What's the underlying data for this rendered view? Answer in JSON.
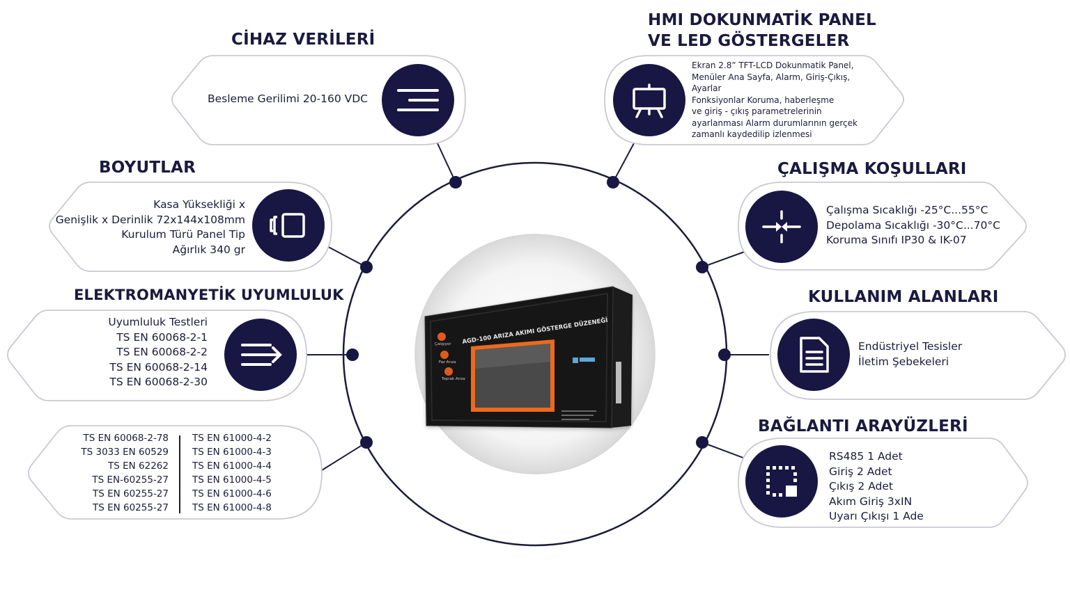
{
  "colors": {
    "navy": "#181743",
    "outline": "#c9c9d4",
    "dot": "#181743",
    "panel_border": "#e05a1e"
  },
  "sections": {
    "cihaz": {
      "title": "CİHAZ VERİLERİ",
      "icon": "lines-icon",
      "lines": [
        "Besleme Gerilimi 20-160 VDC"
      ]
    },
    "boyutlar": {
      "title": "BOYUTLAR",
      "icon": "dimensions-icon",
      "lines": [
        "Kasa Yüksekliği x",
        "Genişlik x Derinlik 72x144x108mm",
        "Kurulum Türü Panel Tip",
        "Ağırlık 340 gr"
      ]
    },
    "emc": {
      "title": "ELEKTROMANYETİK UYUMLULUK",
      "icon": "arrow-lines-icon",
      "lines": [
        "Uyumluluk Testleri",
        "TS EN 60068-2-1",
        "TS EN 60068-2-2",
        "TS EN 60068-2-14",
        "TS EN 60068-2-30"
      ]
    },
    "standards": {
      "left": [
        "TS EN 60068-2-78",
        "TS 3033 EN 60529",
        "TS EN 62262",
        "TS EN-60255-27",
        "TS EN 60255-27",
        "TS EN 60255-27"
      ],
      "right": [
        "TS EN 61000-4-2",
        "TS EN 61000-4-3",
        "TS EN 61000-4-4",
        "TS EN 61000-4-5",
        "TS EN 61000-4-6",
        "TS EN 61000-4-8"
      ]
    },
    "hmi": {
      "title_line1": "HMI DOKUNMATİK PANEL",
      "title_line2": "VE LED GÖSTERGELER",
      "icon": "easel-icon",
      "lines": [
        "Ekran 2.8” TFT-LCD Dokunmatik Panel,",
        "Menüler Ana Sayfa, Alarm, Giriş-Çıkış,",
        "Ayarlar",
        "Fonksiyonlar Koruma, haberleşme",
        "ve giriş - çıkış parametrelerinin",
        "ayarlanması Alarm durumlarının gerçek",
        "zamanlı kaydedilip izlenmesi"
      ]
    },
    "calisma": {
      "title": "ÇALIŞMA KOŞULLARI",
      "icon": "compress-arrows-icon",
      "lines": [
        "Çalışma Sıcaklığı -25°C...55°C",
        "Depolama Sıcaklığı -30°C...70°C",
        "Koruma Sınıfı IP30 & IK-07"
      ]
    },
    "kullanim": {
      "title": "KULLANIM ALANLARI",
      "icon": "document-icon",
      "lines": [
        "Endüstriyel Tesisler",
        "İletim Şebekeleri"
      ]
    },
    "baglanti": {
      "title": "BAĞLANTI ARAYÜZLERİ",
      "icon": "dotted-square-icon",
      "lines": [
        "RS485 1 Adet",
        "Giriş 2 Adet",
        "Çıkış 2 Adet",
        "Akım Giriş 3xIN",
        "Uyarı Çıkışı 1 Ade"
      ]
    }
  },
  "device": {
    "label": "AGD-100 ARIZA AKIMI GÖSTERGE DÜZENEĞİ",
    "led1": "Çalışıyor",
    "led2": "Faz Arıza",
    "led3": "Toprak Arıza"
  }
}
